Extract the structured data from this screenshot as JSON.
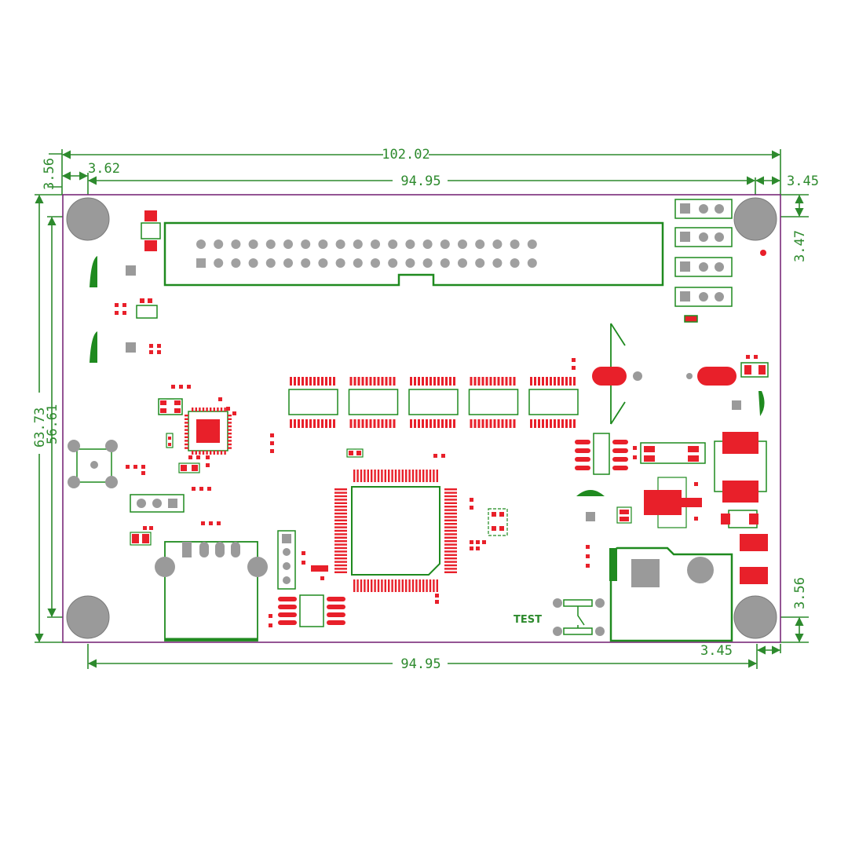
{
  "colors": {
    "dimension": "#2d8a2d",
    "outline": "#7a2a7a",
    "silkscreen": "#1f8a1f",
    "copper": "#e8202a",
    "pad": "#9a9a9a"
  },
  "dimensions": {
    "overall_width": "102.02",
    "left_offset": "3.62",
    "hole_span_top": "94.95",
    "right_offset_top": "3.45",
    "top_offset": "3.56",
    "overall_height": "63.73",
    "hole_span_vertical": "56.61",
    "right_top_offset": "3.47",
    "right_bottom_offset": "3.56",
    "hole_span_bottom": "94.95",
    "right_offset_bottom": "3.45"
  },
  "labels": {
    "test_button": "TEST"
  }
}
